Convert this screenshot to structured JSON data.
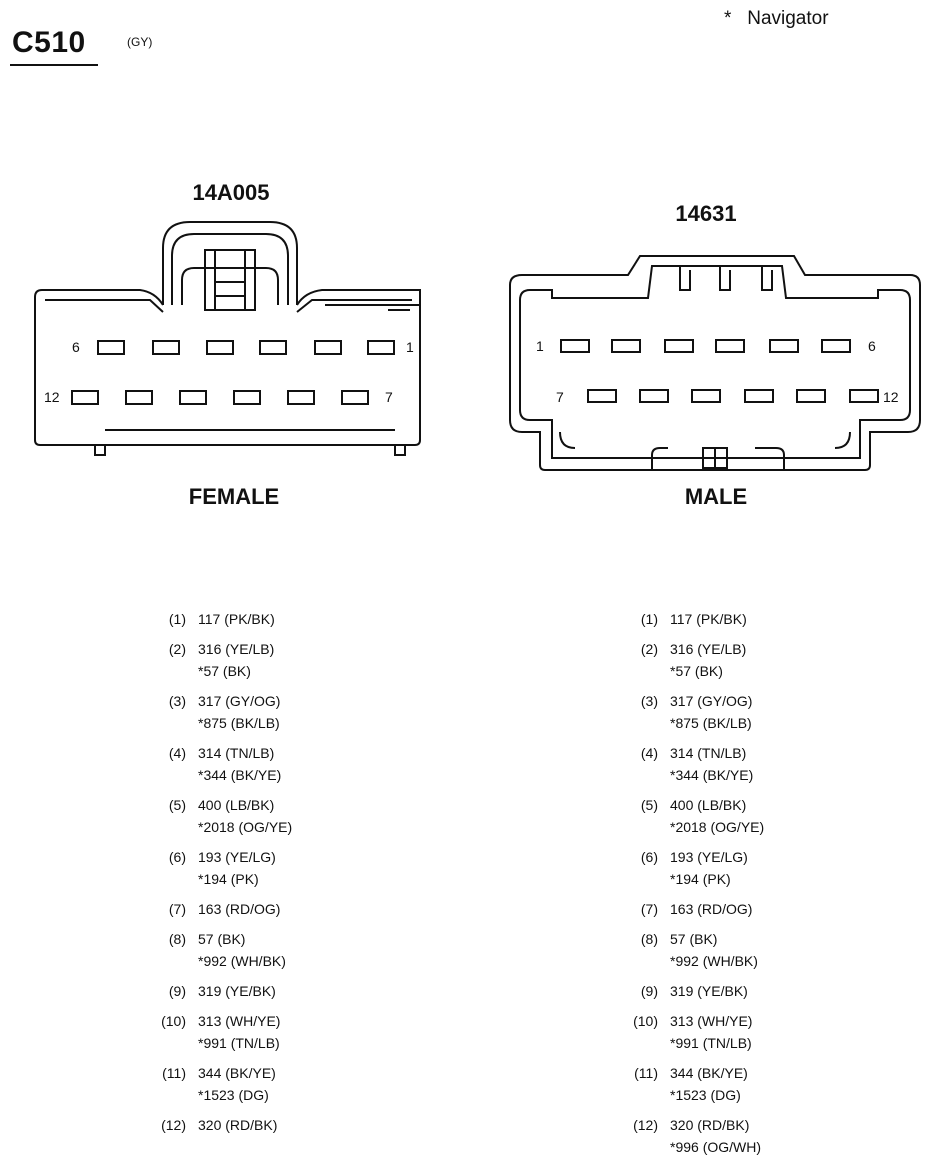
{
  "header": {
    "connector_id": "C510",
    "connector_color": "(GY)",
    "note": "*   Navigator"
  },
  "female": {
    "part_number": "14A005",
    "label": "FEMALE",
    "row1_left": "6",
    "row1_right": "1",
    "row2_left": "12",
    "row2_right": "7"
  },
  "male": {
    "part_number": "14631",
    "label": "MALE",
    "row1_left": "1",
    "row1_right": "6",
    "row2_left": "7",
    "row2_right": "12"
  },
  "pinout_female": [
    {
      "num": "(1)",
      "lines": [
        "117 (PK/BK)"
      ]
    },
    {
      "num": "(2)",
      "lines": [
        "316 (YE/LB)",
        "*57 (BK)"
      ]
    },
    {
      "num": "(3)",
      "lines": [
        "317 (GY/OG)",
        "*875 (BK/LB)"
      ]
    },
    {
      "num": "(4)",
      "lines": [
        "314 (TN/LB)",
        "*344 (BK/YE)"
      ]
    },
    {
      "num": "(5)",
      "lines": [
        "400 (LB/BK)",
        "*2018 (OG/YE)"
      ]
    },
    {
      "num": "(6)",
      "lines": [
        "193 (YE/LG)",
        "*194 (PK)"
      ]
    },
    {
      "num": "(7)",
      "lines": [
        "163 (RD/OG)"
      ]
    },
    {
      "num": "(8)",
      "lines": [
        "57 (BK)",
        "*992 (WH/BK)"
      ]
    },
    {
      "num": "(9)",
      "lines": [
        "319 (YE/BK)"
      ]
    },
    {
      "num": "(10)",
      "lines": [
        "313 (WH/YE)",
        "*991 (TN/LB)"
      ]
    },
    {
      "num": "(11)",
      "lines": [
        "344 (BK/YE)",
        "*1523 (DG)"
      ]
    },
    {
      "num": "(12)",
      "lines": [
        "320 (RD/BK)"
      ]
    }
  ],
  "pinout_male": [
    {
      "num": "(1)",
      "lines": [
        "117 (PK/BK)"
      ]
    },
    {
      "num": "(2)",
      "lines": [
        "316 (YE/LB)",
        "*57 (BK)"
      ]
    },
    {
      "num": "(3)",
      "lines": [
        "317 (GY/OG)",
        "*875 (BK/LB)"
      ]
    },
    {
      "num": "(4)",
      "lines": [
        "314 (TN/LB)",
        "*344 (BK/YE)"
      ]
    },
    {
      "num": "(5)",
      "lines": [
        "400 (LB/BK)",
        "*2018 (OG/YE)"
      ]
    },
    {
      "num": "(6)",
      "lines": [
        "193 (YE/LG)",
        "*194 (PK)"
      ]
    },
    {
      "num": "(7)",
      "lines": [
        "163 (RD/OG)"
      ]
    },
    {
      "num": "(8)",
      "lines": [
        "57 (BK)",
        "*992 (WH/BK)"
      ]
    },
    {
      "num": "(9)",
      "lines": [
        "319 (YE/BK)"
      ]
    },
    {
      "num": "(10)",
      "lines": [
        "313 (WH/YE)",
        "*991 (TN/LB)"
      ]
    },
    {
      "num": "(11)",
      "lines": [
        "344 (BK/YE)",
        "*1523 (DG)"
      ]
    },
    {
      "num": "(12)",
      "lines": [
        "320 (RD/BK)",
        "*996 (OG/WH)"
      ]
    }
  ]
}
